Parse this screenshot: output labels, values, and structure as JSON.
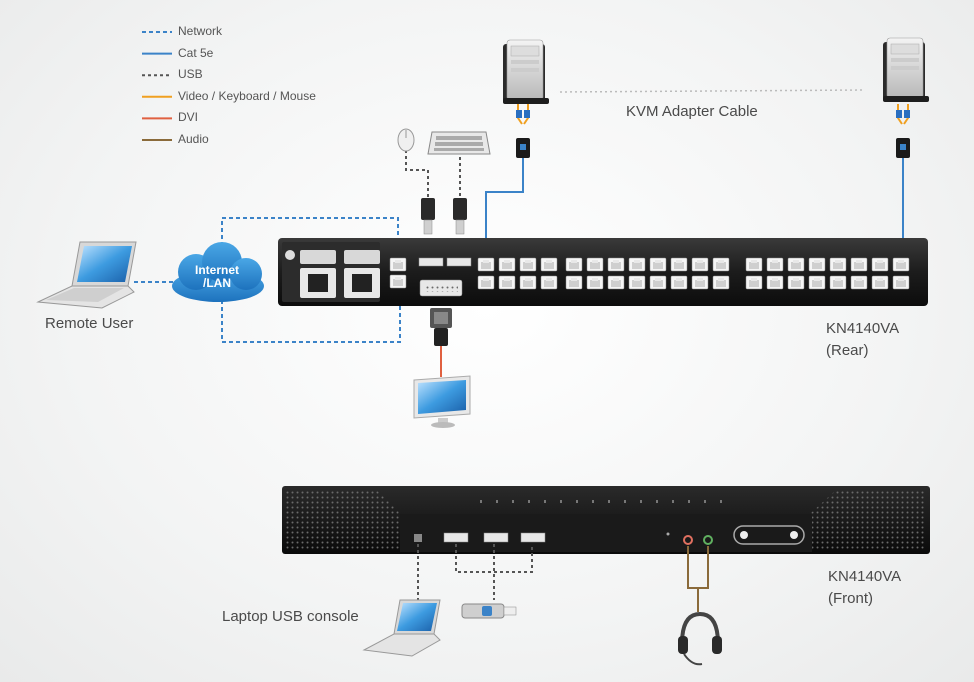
{
  "legend": {
    "items": [
      {
        "label": "Network",
        "color": "#3b83c8",
        "dash": "4 3"
      },
      {
        "label": "Cat 5e",
        "color": "#3b83c8",
        "dash": ""
      },
      {
        "label": "USB",
        "color": "#555555",
        "dash": "3 3"
      },
      {
        "label": "Video / Keyboard / Mouse",
        "color": "#f0a020",
        "dash": ""
      },
      {
        "label": "DVI",
        "color": "#e06040",
        "dash": ""
      },
      {
        "label": "Audio",
        "color": "#8a6a3a",
        "dash": ""
      }
    ]
  },
  "labels": {
    "kvm_adapter_cable": "KVM Adapter Cable",
    "internet_line1": "Internet",
    "internet_line2": "/LAN",
    "remote_user": "Remote User",
    "rear_model": "KN4140VA",
    "rear_side": "(Rear)",
    "front_model": "KN4140VA",
    "front_side": "(Front)",
    "laptop_usb_console": "Laptop USB console"
  },
  "colors": {
    "network": "#3b83c8",
    "cat5e": "#3b83c8",
    "usb": "#555555",
    "vkm": "#f0a020",
    "dvi": "#e06040",
    "audio": "#8a6a3a",
    "cloud": "#2a8ad0"
  },
  "icons": [
    "server-icon",
    "mouse-icon",
    "keyboard-icon",
    "laptop-icon",
    "cloud-icon",
    "monitor-icon",
    "usb-drive-icon",
    "headset-icon",
    "kvm-adapter-icon",
    "usb-plug-icon",
    "dvi-connector-icon"
  ]
}
